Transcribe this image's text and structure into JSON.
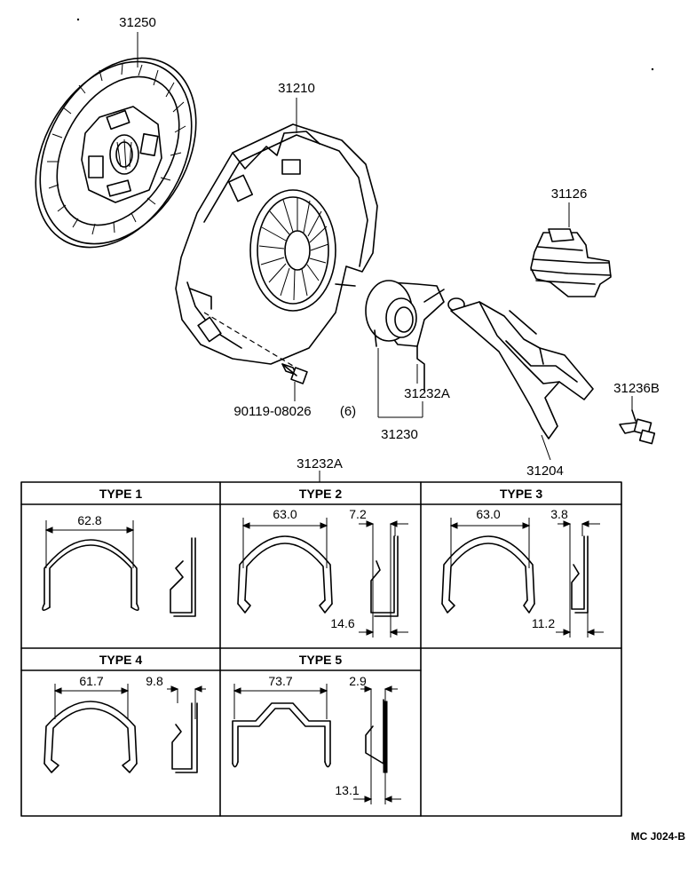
{
  "diagram": {
    "part_labels": {
      "clutch_disc": "31250",
      "clutch_cover": "31210",
      "boot": "31126",
      "release_bearing_hub_clip": "31232A",
      "release_bearing_hub": "31230",
      "release_fork": "31204",
      "fork_support": "31236B",
      "bolt": "90119-08026",
      "bolt_qty": "(6)"
    },
    "clip_table": {
      "header_label": "31232A",
      "types": [
        {
          "title": "TYPE 1",
          "dims": [
            "62.8"
          ]
        },
        {
          "title": "TYPE 2",
          "dims": [
            "63.0",
            "7.2",
            "14.6"
          ]
        },
        {
          "title": "TYPE 3",
          "dims": [
            "63.0",
            "3.8",
            "11.2"
          ]
        },
        {
          "title": "TYPE 4",
          "dims": [
            "61.7",
            "9.8"
          ]
        },
        {
          "title": "TYPE 5",
          "dims": [
            "73.7",
            "2.9",
            "13.1"
          ]
        }
      ]
    },
    "reference_code": "MC J024-B"
  }
}
